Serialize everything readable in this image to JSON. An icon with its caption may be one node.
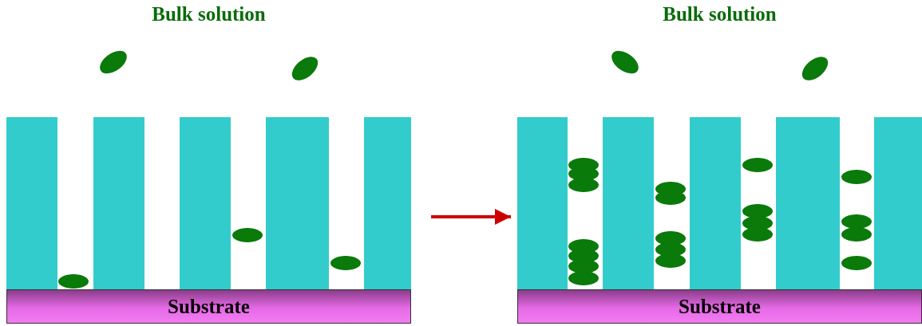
{
  "diagram": {
    "nodes": [
      {
        "text": [
          "Bulk solution"
        ]
      },
      {
        "text": [
          "Substrate"
        ]
      },
      {
        "text": [
          "Bulk solution"
        ]
      },
      {
        "text": [
          "Substrate"
        ]
      }
    ],
    "edges": [
      {
        "from": 0,
        "to": 2,
        "arrow": "to",
        "color": "#cc0000"
      }
    ]
  }
}
